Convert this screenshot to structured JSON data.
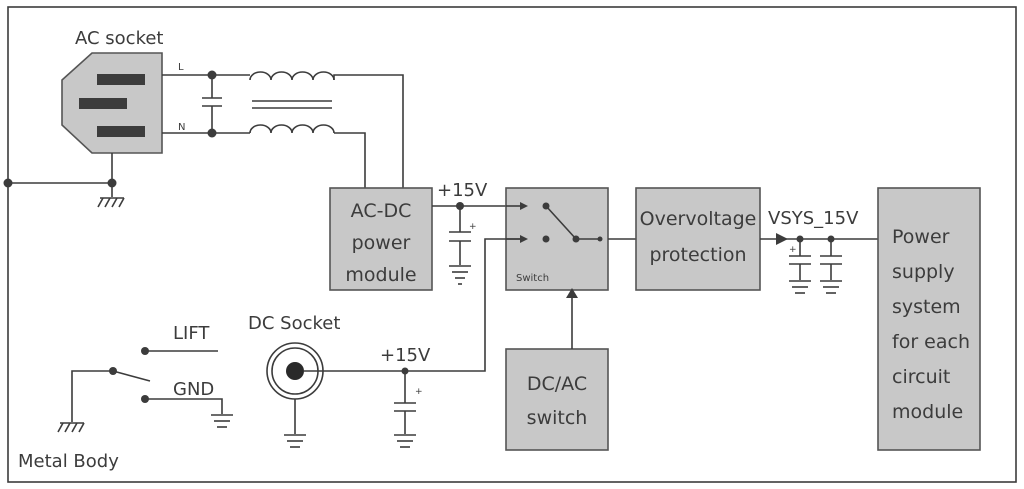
{
  "labels": {
    "ac_socket": "AC socket",
    "line": "L",
    "neutral": "N",
    "plus15v_top": "+15V",
    "plus15v_bottom": "+15V",
    "vsys": "VSYS_15V",
    "dc_socket": "DC Socket",
    "lift": "LIFT",
    "gnd": "GND",
    "metal_body": "Metal Body",
    "switch_small": "Switch",
    "plus": "+"
  },
  "blocks": {
    "acdc": [
      "AC-DC",
      "power",
      "module"
    ],
    "overvoltage": [
      "Overvoltage",
      "protection"
    ],
    "dcac": [
      "DC/AC",
      "switch"
    ],
    "power_supply": [
      "Power",
      "supply",
      "system",
      "for each",
      "circuit",
      "module"
    ]
  },
  "colors": {
    "block_fill": "#c8c8c8",
    "line": "#3c3c3c",
    "border": "#555555"
  }
}
